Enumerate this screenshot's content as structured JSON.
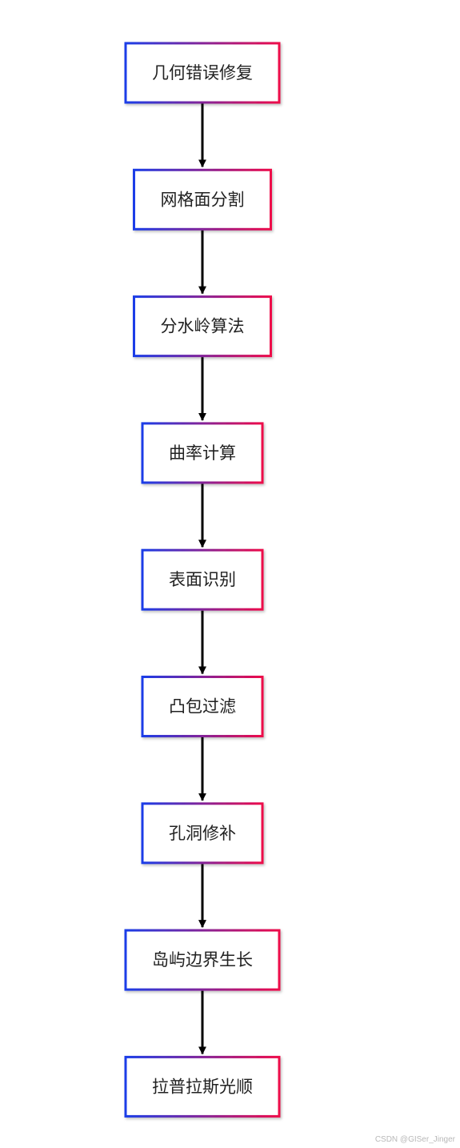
{
  "diagram": {
    "type": "flowchart",
    "direction": "top-to-bottom",
    "colors": {
      "border_gradient_start": "#1a3de8",
      "border_gradient_end": "#ee0a4a",
      "box_fill": "#ffffff",
      "arrow": "#000000",
      "text": "#222222"
    },
    "nodes": [
      {
        "id": "n1",
        "label": "几何错误修复"
      },
      {
        "id": "n2",
        "label": "网格面分割"
      },
      {
        "id": "n3",
        "label": "分水岭算法"
      },
      {
        "id": "n4",
        "label": "曲率计算"
      },
      {
        "id": "n5",
        "label": "表面识别"
      },
      {
        "id": "n6",
        "label": "凸包过滤"
      },
      {
        "id": "n7",
        "label": "孔洞修补"
      },
      {
        "id": "n8",
        "label": "岛屿边界生长"
      },
      {
        "id": "n9",
        "label": "拉普拉斯光顺"
      }
    ],
    "edges": [
      {
        "from": "n1",
        "to": "n2"
      },
      {
        "from": "n2",
        "to": "n3"
      },
      {
        "from": "n3",
        "to": "n4"
      },
      {
        "from": "n4",
        "to": "n5"
      },
      {
        "from": "n5",
        "to": "n6"
      },
      {
        "from": "n6",
        "to": "n7"
      },
      {
        "from": "n7",
        "to": "n8"
      },
      {
        "from": "n8",
        "to": "n9"
      }
    ]
  },
  "watermark": "CSDN @GISer_Jinger"
}
